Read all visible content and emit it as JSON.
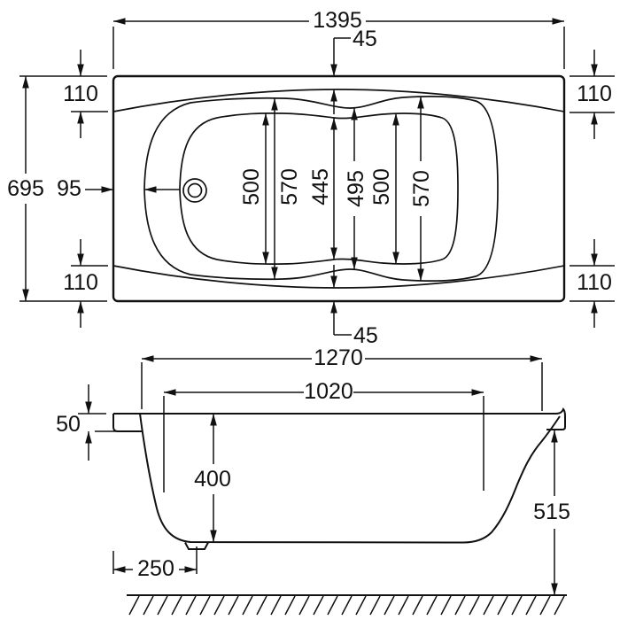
{
  "top_view": {
    "overall_length": "1395",
    "overall_width": "695",
    "center_rim_top": "45",
    "center_rim_bottom": "45",
    "rim_corner_tl": "110",
    "rim_corner_tr": "110",
    "rim_corner_bl": "110",
    "rim_corner_br": "110",
    "edge_to_basin": "95",
    "interior_widths": [
      "500",
      "570",
      "445",
      "495",
      "500",
      "570"
    ]
  },
  "side_view": {
    "rim_length": "1270",
    "basin_length": "1020",
    "rim_height": "50",
    "basin_depth": "400",
    "overall_height": "515",
    "drain_offset": "250"
  }
}
